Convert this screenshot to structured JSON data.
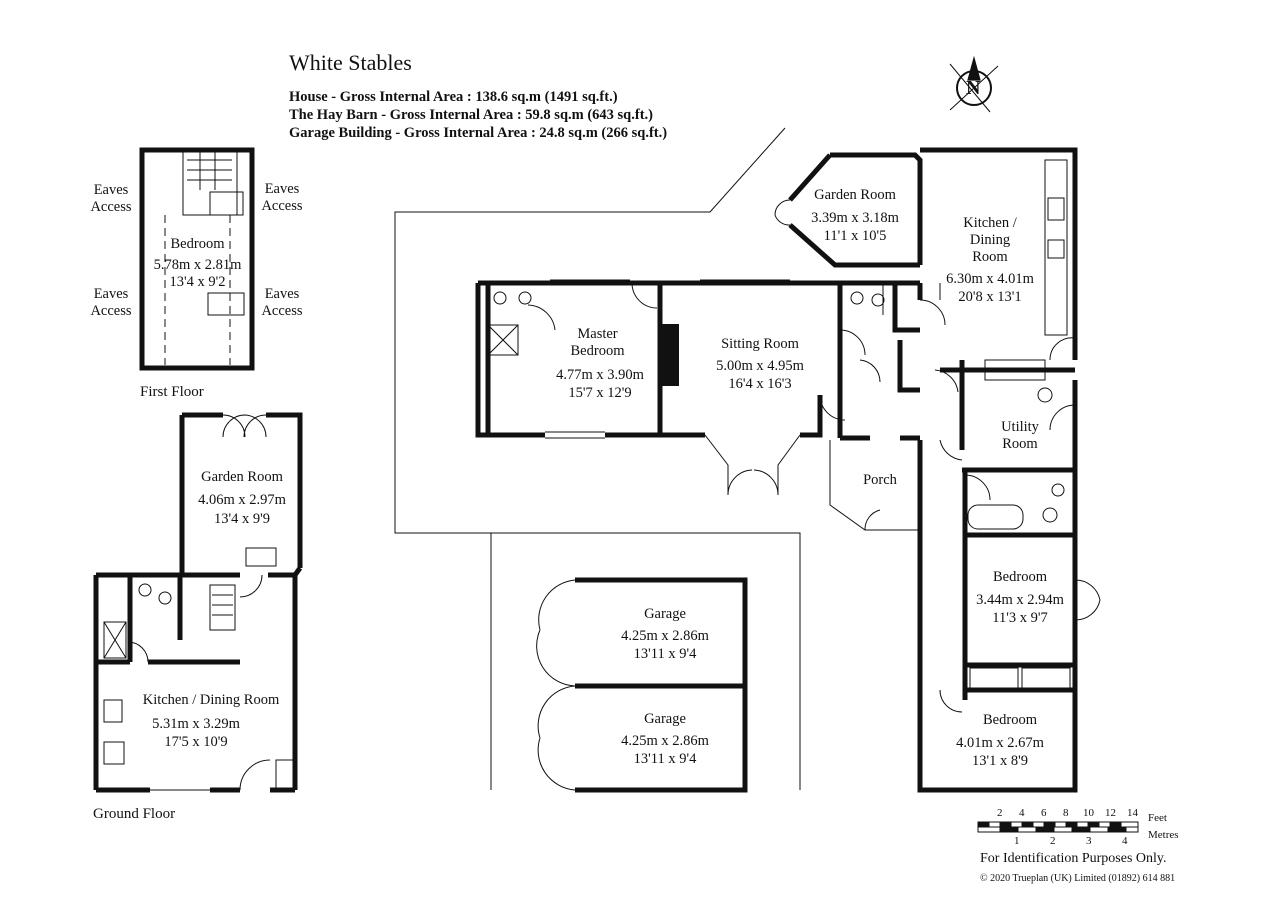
{
  "title": "White Stables",
  "areas": [
    "House - Gross Internal Area  :  138.6 sq.m   (1491 sq.ft.)",
    "The Hay Barn - Gross Internal Area  :  59.8 sq.m   (643 sq.ft.)",
    "Garage Building - Gross Internal Area  :  24.8 sq.m   (266 sq.ft.)"
  ],
  "compass": "N",
  "floor_labels": {
    "first": "First Floor",
    "ground": "Ground Floor"
  },
  "eaves": [
    "Eaves\nAccess",
    "Eaves\nAccess",
    "Eaves\nAccess",
    "Eaves\nAccess"
  ],
  "rooms": {
    "barn_bedroom": {
      "name": "Bedroom",
      "metric": "5.78m  x  2.81m",
      "imperial": "13'4  x  9'2"
    },
    "barn_garden_room": {
      "name": "Garden Room",
      "metric": "4.06m  x  2.97m",
      "imperial": "13'4  x  9'9"
    },
    "barn_kitchen": {
      "name": "Kitchen / Dining Room",
      "metric": "5.31m  x  3.29m",
      "imperial": "17'5  x  10'9"
    },
    "garden_room": {
      "name": "Garden Room",
      "metric": "3.39m  x  3.18m",
      "imperial": "11'1  x  10'5"
    },
    "kitchen": {
      "name": "Kitchen /\nDining\nRoom",
      "metric": "6.30m  x  4.01m",
      "imperial": "20'8  x  13'1"
    },
    "master_bedroom": {
      "name": "Master\nBedroom",
      "metric": "4.77m  x  3.90m",
      "imperial": "15'7  x  12'9"
    },
    "sitting_room": {
      "name": "Sitting Room",
      "metric": "5.00m  x  4.95m",
      "imperial": "16'4  x  16'3"
    },
    "utility_room": {
      "name": "Utility\nRoom"
    },
    "porch": {
      "name": "Porch"
    },
    "bedroom_2": {
      "name": "Bedroom",
      "metric": "3.44m  x  2.94m",
      "imperial": "11'3  x  9'7"
    },
    "bedroom_3": {
      "name": "Bedroom",
      "metric": "4.01m  x  2.67m",
      "imperial": "13'1  x  8'9"
    },
    "garage_1": {
      "name": "Garage",
      "metric": "4.25m  x  2.86m",
      "imperial": "13'11  x  9'4"
    },
    "garage_2": {
      "name": "Garage",
      "metric": "4.25m  x  2.86m",
      "imperial": "13'11  x  9'4"
    }
  },
  "scale_bar": {
    "feet_label": "Feet",
    "metres_label": "Metres",
    "feet_ticks": [
      "2",
      "4",
      "6",
      "8",
      "10",
      "12",
      "14"
    ],
    "metre_ticks": [
      "1",
      "2",
      "3",
      "4"
    ]
  },
  "disclaimer": "For Identification Purposes Only.",
  "copyright": "©  2020 Trueplan (UK) Limited   (01892) 614 881"
}
